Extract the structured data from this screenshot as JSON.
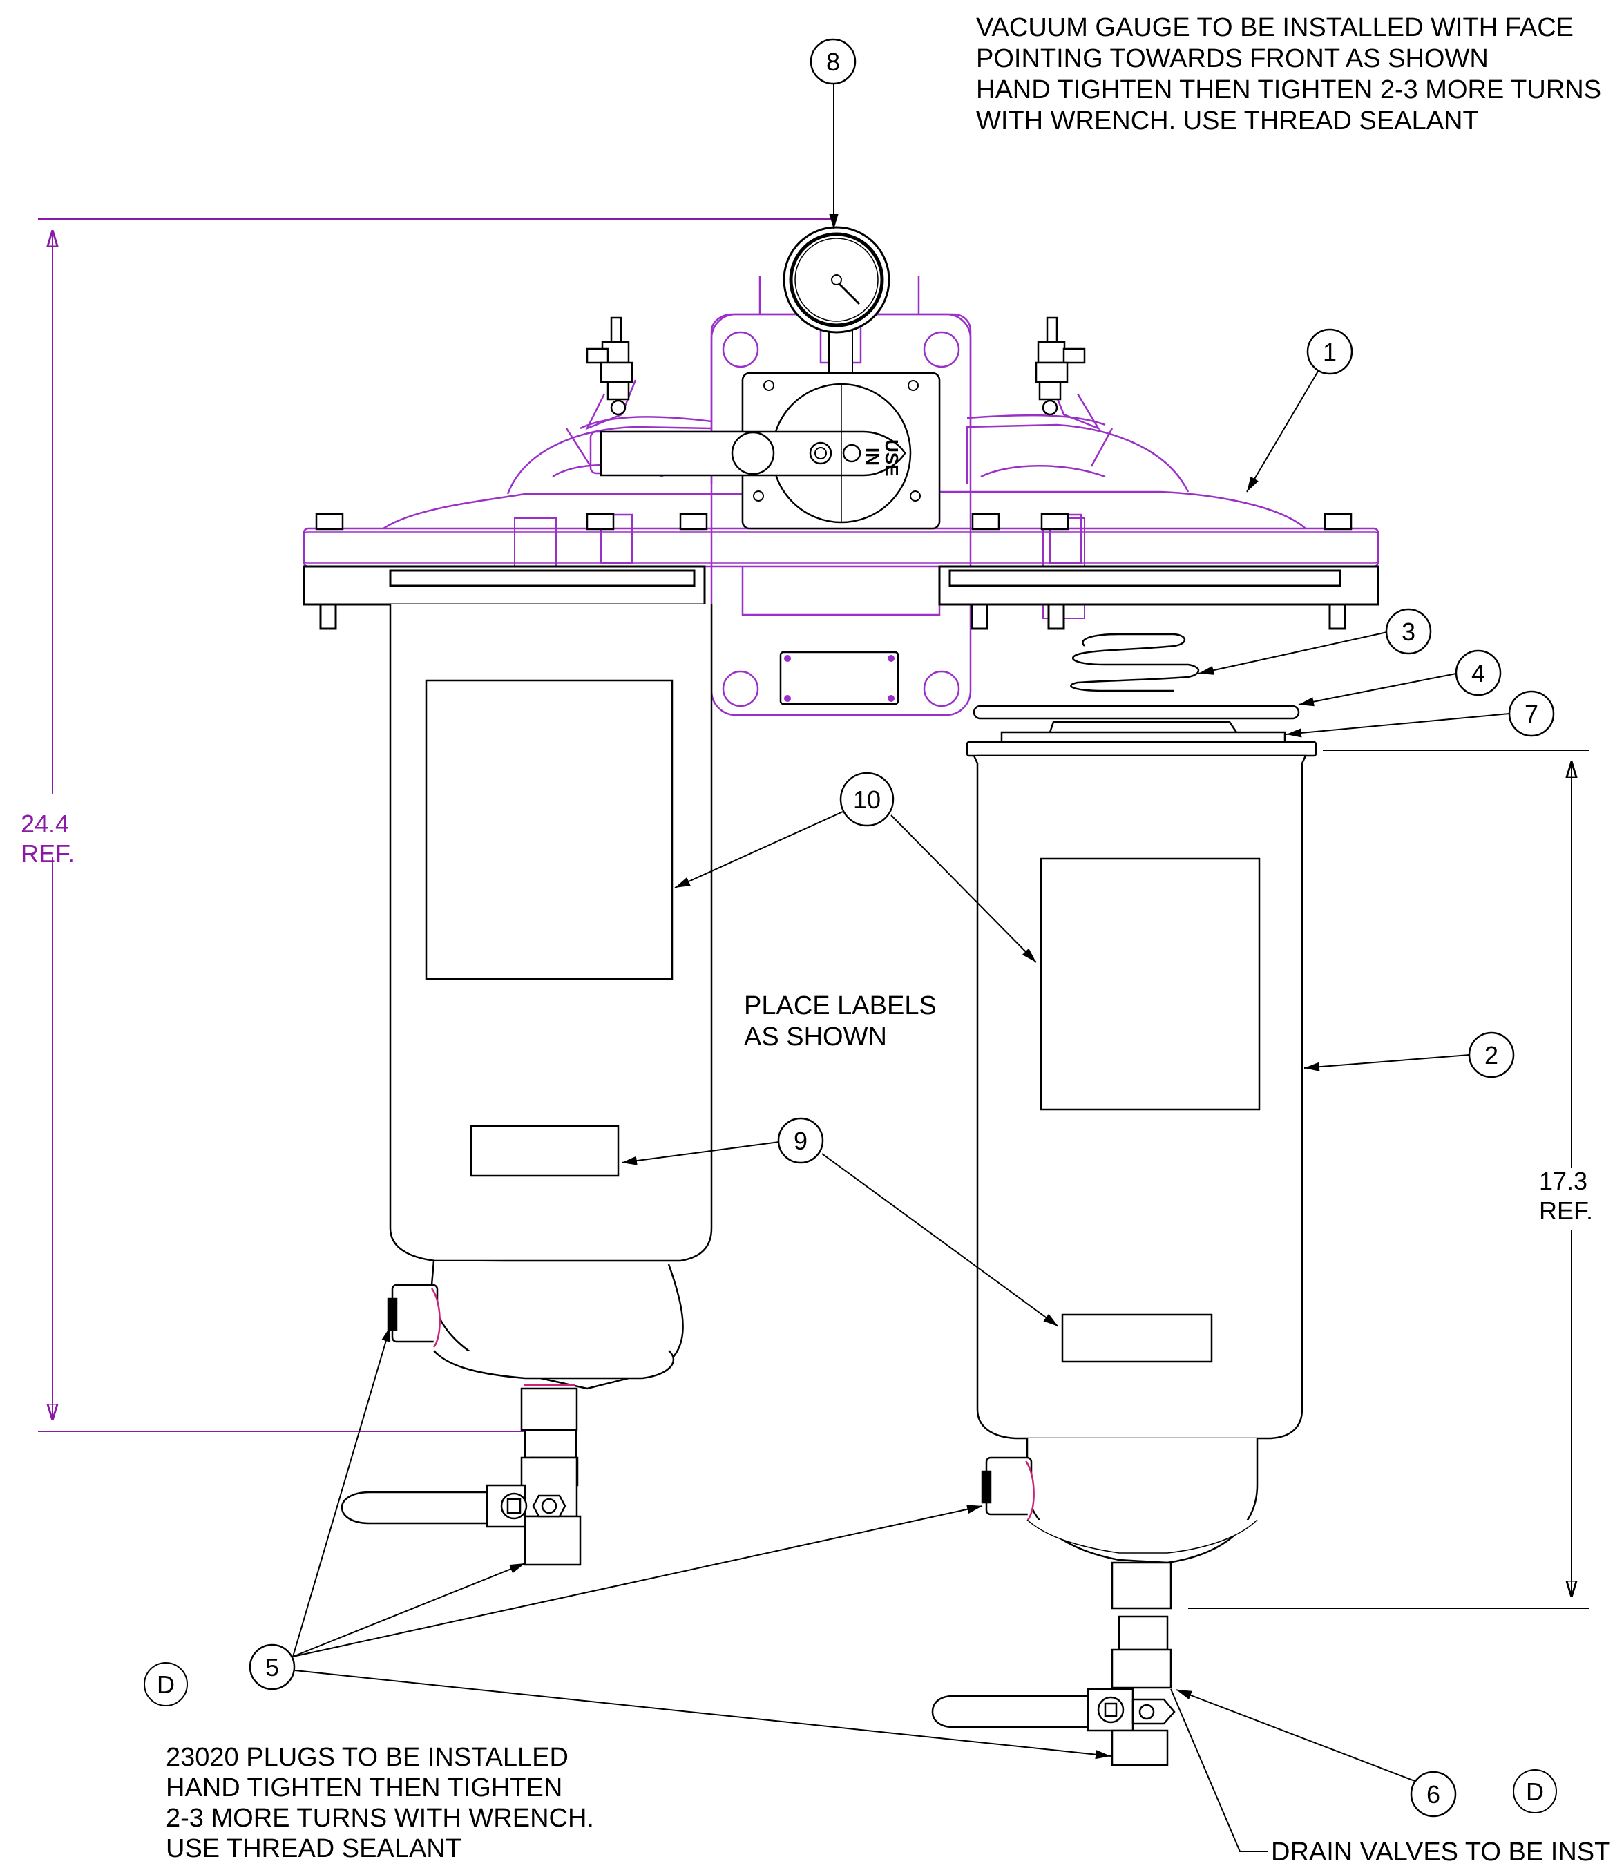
{
  "notes": {
    "vacuum_gauge": [
      "VACUUM GAUGE TO BE INSTALLED WITH FACE",
      "POINTING TOWARDS FRONT AS SHOWN",
      "HAND TIGHTEN THEN TIGHTEN 2-3 MORE TURNS",
      "WITH WRENCH. USE THREAD SEALANT"
    ],
    "labels": [
      "PLACE LABELS",
      "AS SHOWN"
    ],
    "plugs": [
      "23020 PLUGS TO BE INSTALLED",
      "HAND TIGHTEN THEN TIGHTEN",
      "2-3 MORE TURNS WITH WRENCH.",
      "USE THREAD SEALANT"
    ],
    "drain": "DRAIN VALVES TO BE INST"
  },
  "dimensions": {
    "overall": {
      "value": "24.4",
      "suffix": "REF."
    },
    "element": {
      "value": "17.3",
      "suffix": "REF."
    }
  },
  "balloons": [
    "8",
    "1",
    "3",
    "4",
    "7",
    "10",
    "2",
    "9",
    "5",
    "6"
  ],
  "section_markers": [
    "D",
    "D"
  ],
  "valve_label": [
    "USE",
    "IN"
  ],
  "colors": {
    "dimension": "#8b1aa8",
    "outline": "#000000",
    "head": "#9b30c8",
    "accent": "#cc2277"
  }
}
